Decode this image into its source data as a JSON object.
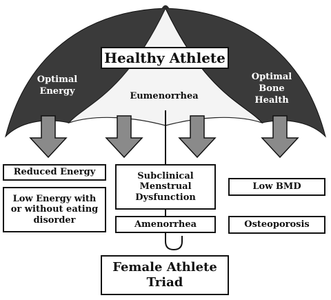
{
  "umbrella": {
    "title": "Healthy Athlete",
    "left_panel_label": "Optimal Energy",
    "center_panel_label": "Eumenorrhea",
    "right_panel_label": "Optimal Bone Health"
  },
  "energy_column": {
    "box1": "Reduced Energy",
    "box2": "Low Energy with or without eating disorder"
  },
  "menstrual_column": {
    "box1": "Subclinical Menstrual Dysfunction",
    "box2": "Amenorrhea"
  },
  "bone_column": {
    "box1": "Low BMD",
    "box2": "Osteoporosis"
  },
  "bottom_title": "Female Athlete Triad",
  "colors": {
    "dark_panel": "#3a3a3a",
    "light_panel": "#f4f4f4",
    "arrow": "#8a8a8a",
    "stroke": "#111111"
  }
}
